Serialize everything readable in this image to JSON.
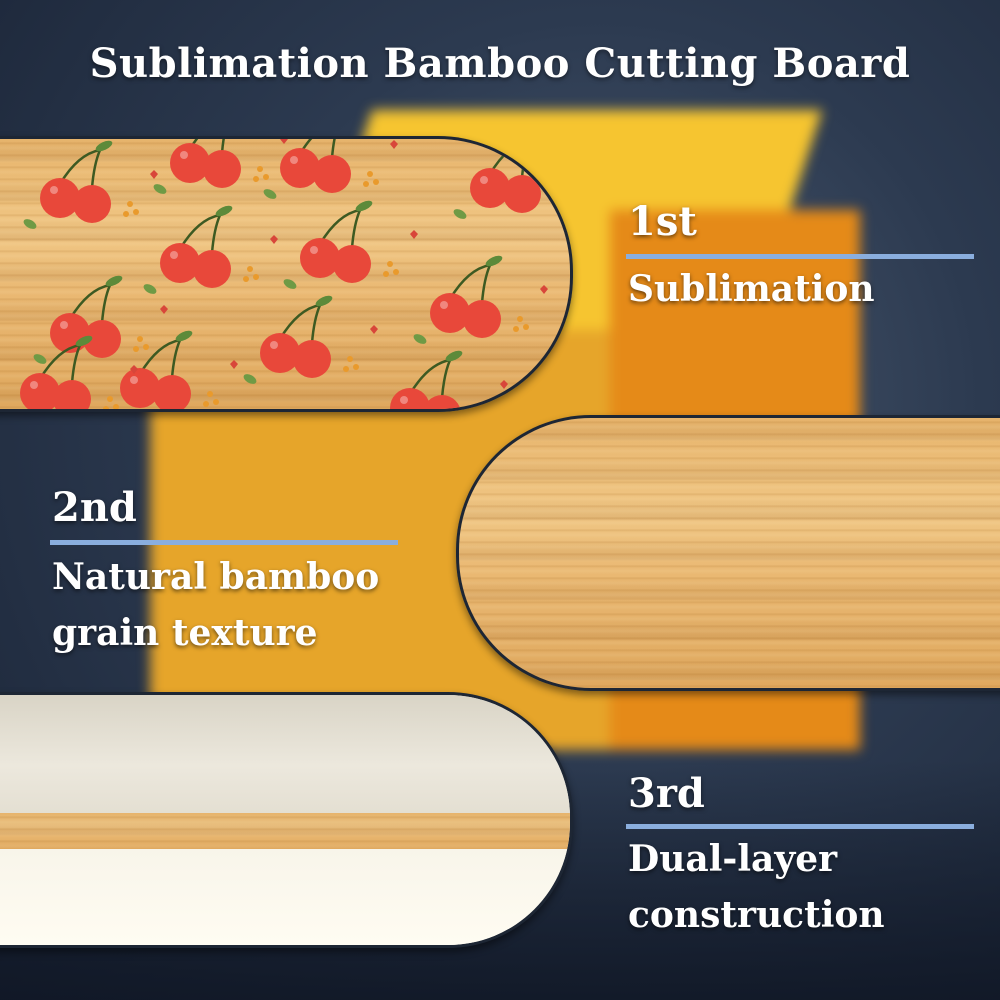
{
  "title": "Sublimation Bamboo Cutting Board",
  "colors": {
    "accent_rule": "#8aaede",
    "bamboo": "#eec07f",
    "cherry_red": "#e8483a",
    "block_yellow": "#f2b62a",
    "background": "#2c3a50"
  },
  "features": [
    {
      "ordinal": "1st",
      "description_lines": [
        "Sublimation"
      ]
    },
    {
      "ordinal": "2nd",
      "description_lines": [
        "Natural bamboo",
        "grain texture"
      ]
    },
    {
      "ordinal": "3rd",
      "description_lines": [
        "Dual-layer",
        "construction"
      ]
    }
  ]
}
